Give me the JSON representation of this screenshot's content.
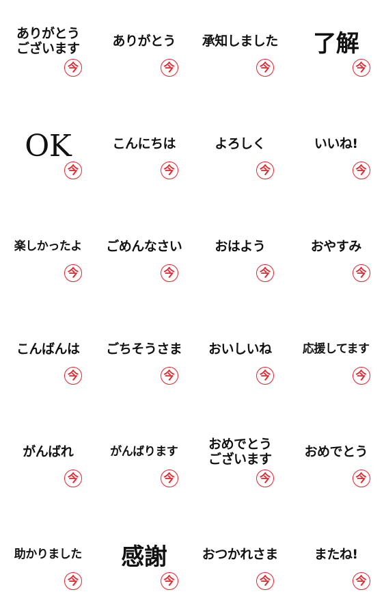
{
  "stamp": {
    "text": "今",
    "color": "#e8222a"
  },
  "stickers": [
    {
      "text": "ありがとう\nございます",
      "size": "normal"
    },
    {
      "text": "ありがとう",
      "size": "normal"
    },
    {
      "text": "承知しました",
      "size": "normal"
    },
    {
      "text": "了解",
      "size": "large"
    },
    {
      "text": "OK",
      "size": "xlarge"
    },
    {
      "text": "こんにちは",
      "size": "normal"
    },
    {
      "text": "よろしく",
      "size": "normal"
    },
    {
      "text": "いいね!",
      "size": "normal"
    },
    {
      "text": "楽しかったよ",
      "size": "small"
    },
    {
      "text": "ごめんなさい",
      "size": "normal"
    },
    {
      "text": "おはよう",
      "size": "normal"
    },
    {
      "text": "おやすみ",
      "size": "normal"
    },
    {
      "text": "こんばんは",
      "size": "normal"
    },
    {
      "text": "ごちそうさま",
      "size": "normal"
    },
    {
      "text": "おいしいね",
      "size": "normal"
    },
    {
      "text": "応援してます",
      "size": "small"
    },
    {
      "text": "がんばれ",
      "size": "normal"
    },
    {
      "text": "がんばります",
      "size": "small"
    },
    {
      "text": "おめでとう\nございます",
      "size": "normal"
    },
    {
      "text": "おめでとう",
      "size": "normal"
    },
    {
      "text": "助かりました",
      "size": "small"
    },
    {
      "text": "感謝",
      "size": "large"
    },
    {
      "text": "おつかれさま",
      "size": "normal"
    },
    {
      "text": "またね!",
      "size": "normal"
    }
  ]
}
